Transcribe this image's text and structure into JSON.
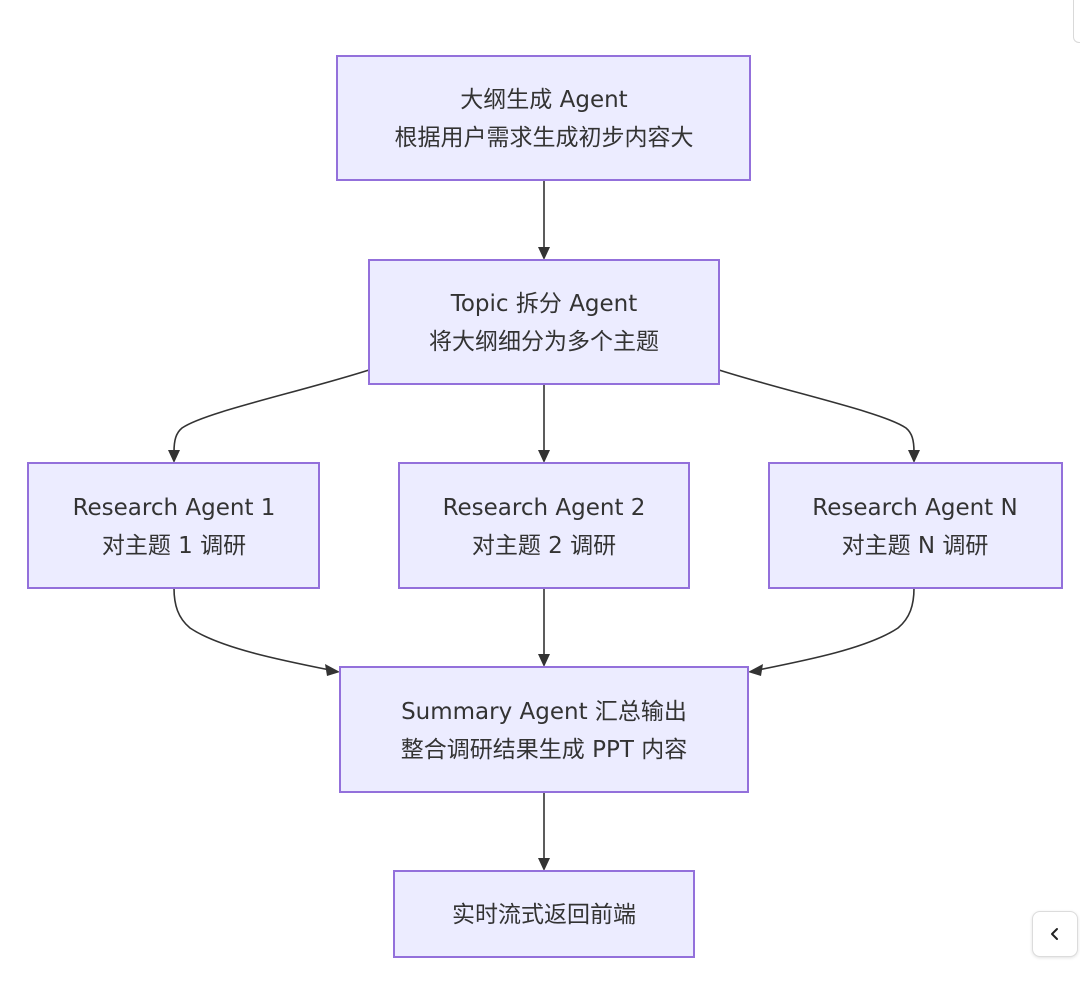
{
  "diagram": {
    "nodes": [
      {
        "id": "outline",
        "line1": "大纲生成 Agent",
        "line2": "根据用户需求生成初步内容大"
      },
      {
        "id": "topic",
        "line1": "Topic 拆分 Agent",
        "line2": "将大纲细分为多个主题"
      },
      {
        "id": "research1",
        "line1": "Research Agent 1",
        "line2": "对主题 1 调研"
      },
      {
        "id": "research2",
        "line1": "Research Agent 2",
        "line2": "对主题 2 调研"
      },
      {
        "id": "researchN",
        "line1": "Research Agent N",
        "line2": "对主题 N 调研"
      },
      {
        "id": "summary",
        "line1": "Summary Agent 汇总输出",
        "line2": "整合调研结果生成 PPT 内容"
      },
      {
        "id": "stream",
        "line1": "实时流式返回前端",
        "line2": ""
      }
    ],
    "edges": [
      {
        "from": "outline",
        "to": "topic"
      },
      {
        "from": "topic",
        "to": "research1"
      },
      {
        "from": "topic",
        "to": "research2"
      },
      {
        "from": "topic",
        "to": "researchN"
      },
      {
        "from": "research1",
        "to": "summary"
      },
      {
        "from": "research2",
        "to": "summary"
      },
      {
        "from": "researchN",
        "to": "summary"
      },
      {
        "from": "summary",
        "to": "stream"
      }
    ],
    "colors": {
      "node_fill": "#ececff",
      "node_border": "#9370db",
      "edge": "#333333",
      "text": "#333333"
    }
  },
  "controls": {
    "collapse_icon": "chevron-left-icon"
  }
}
